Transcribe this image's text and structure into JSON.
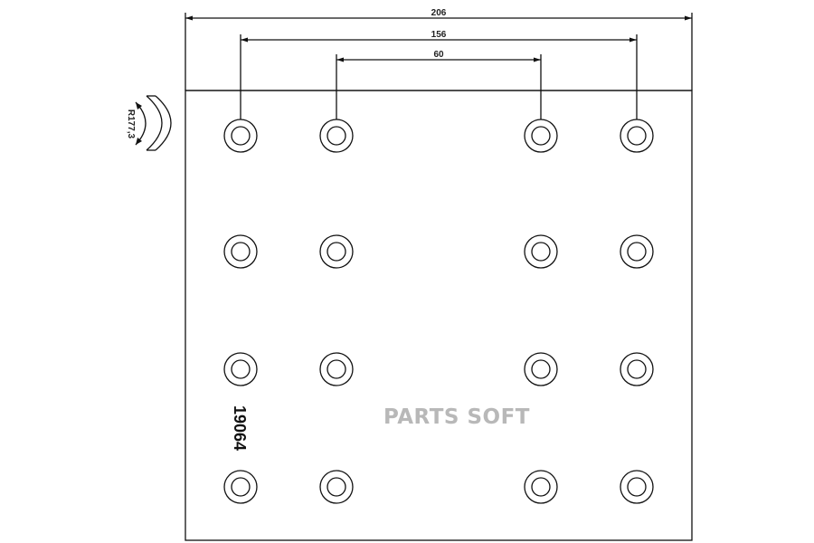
{
  "drawing": {
    "dimensions": {
      "overall_width": "206",
      "outer_hole_span": "156",
      "inner_hole_span": "60",
      "radius": "R177,3"
    },
    "part_number": "19064",
    "watermark": "PARTS SOFT",
    "hole_grid": {
      "rows": 4,
      "columns": 4
    }
  }
}
